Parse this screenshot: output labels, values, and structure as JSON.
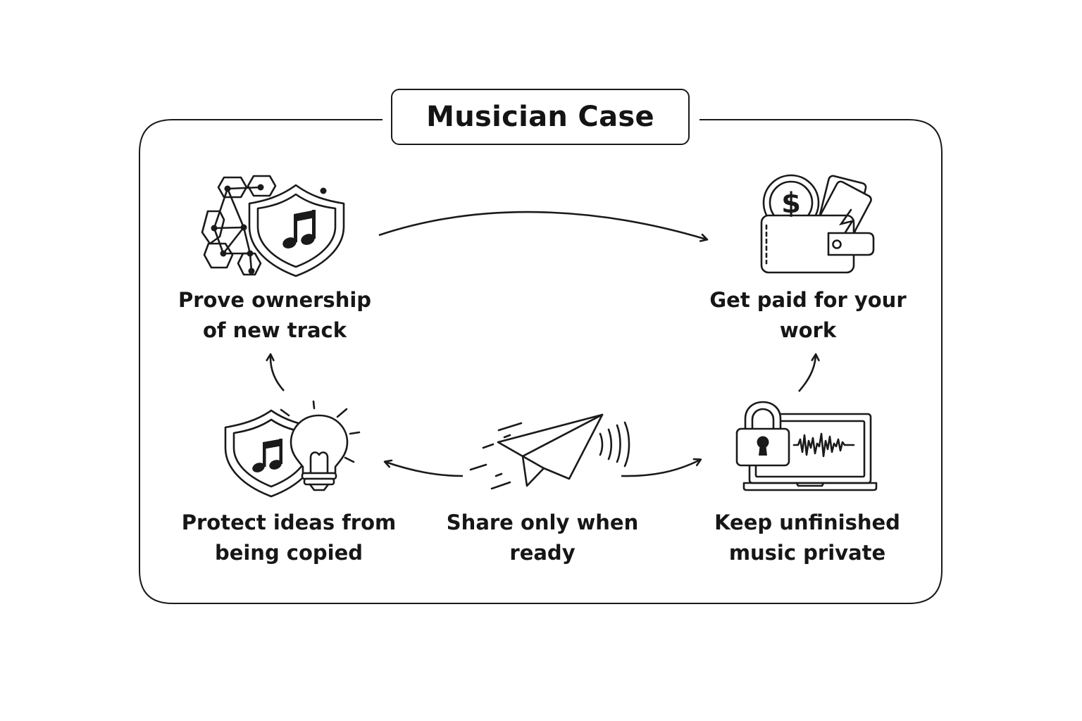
{
  "title": "Musician Case",
  "steps": {
    "prove_ownership": {
      "line1": "Prove ownership",
      "line2": "of new track",
      "icon": "shield-music-network-icon"
    },
    "get_paid": {
      "line1": "Get paid for your",
      "line2": "work",
      "icon": "wallet-money-icon"
    },
    "protect_ideas": {
      "line1": "Protect ideas from",
      "line2": "being copied",
      "icon": "shield-lightbulb-icon"
    },
    "share_when_ready": {
      "line1": "Share only when",
      "line2": "ready",
      "icon": "paper-plane-icon"
    },
    "keep_private": {
      "line1": "Keep unfinished",
      "line2": "music private",
      "icon": "laptop-lock-icon"
    }
  },
  "colors": {
    "stroke": "#1a1a1a",
    "background": "#ffffff"
  }
}
